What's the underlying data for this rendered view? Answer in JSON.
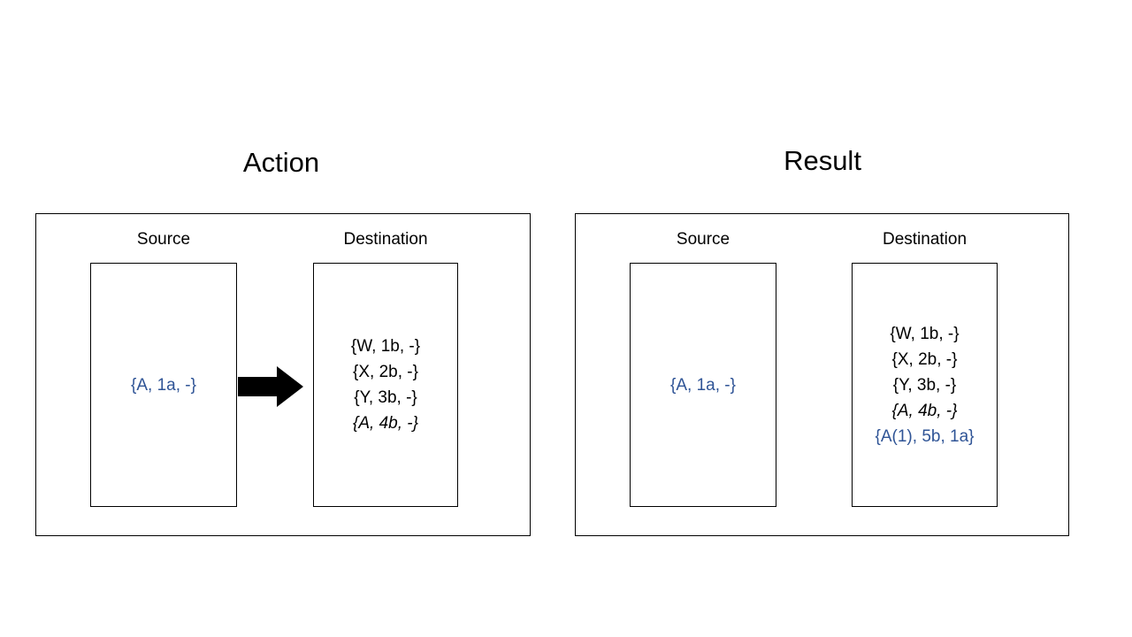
{
  "diagram": {
    "title_action": "Action",
    "title_result": "Result",
    "arrow_icon": "right-arrow-icon",
    "accent_blue": "#2F5496",
    "outline_color": "#000000",
    "background": "#ffffff"
  },
  "action_panel": {
    "source": {
      "label": "Source",
      "items": [
        {
          "text": "{A, 1a, -}",
          "style": "blue"
        }
      ]
    },
    "destination": {
      "label": "Destination",
      "items": [
        {
          "text": "{W, 1b, -}",
          "style": "plain"
        },
        {
          "text": "{X, 2b, -}",
          "style": "plain"
        },
        {
          "text": "{Y, 3b, -}",
          "style": "plain"
        },
        {
          "text": "{A, 4b, -}",
          "style": "italic"
        }
      ]
    }
  },
  "result_panel": {
    "source": {
      "label": "Source",
      "items": [
        {
          "text": "{A, 1a, -}",
          "style": "blue"
        }
      ]
    },
    "destination": {
      "label": "Destination",
      "items": [
        {
          "text": "{W, 1b, -}",
          "style": "plain"
        },
        {
          "text": "{X, 2b, -}",
          "style": "plain"
        },
        {
          "text": "{Y, 3b, -}",
          "style": "plain"
        },
        {
          "text": "{A, 4b, -}",
          "style": "italic"
        },
        {
          "text": "{A(1), 5b, 1a}",
          "style": "blue"
        }
      ]
    }
  }
}
